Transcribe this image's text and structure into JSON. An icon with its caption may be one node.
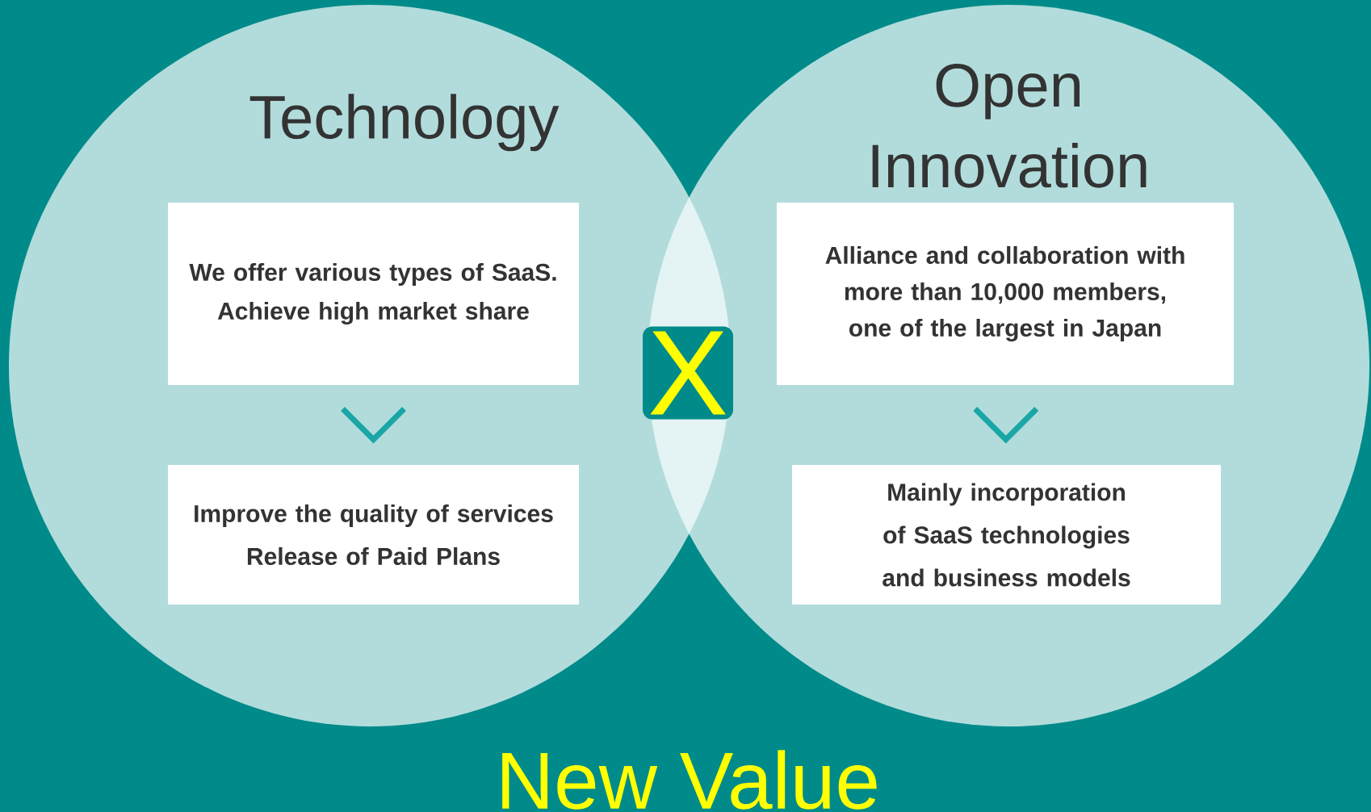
{
  "diagram": {
    "nodes": [
      {
        "text": [
          "Technology"
        ]
      },
      {
        "text": [
          "We offer various types of SaaS.",
          "Achieve high market share"
        ],
        "in": 0
      },
      {
        "text": [
          "Improve the quality of services",
          "Release of Paid Plans"
        ],
        "in": 0
      },
      {
        "text": [
          "Open Innovation"
        ]
      },
      {
        "text": [
          "Alliance and collaboration with more than 10,000 members,",
          "one of the largest in Japan"
        ],
        "in": 3
      },
      {
        "text": [
          "Mainly incorporation of SaaS technologies and business models"
        ],
        "in": 3
      }
    ],
    "edges": [
      {
        "from": 1,
        "to": 2,
        "arrow": "to"
      },
      {
        "from": 4,
        "to": 5,
        "arrow": "to"
      }
    ],
    "labels": [
      "X",
      "New Value"
    ]
  }
}
